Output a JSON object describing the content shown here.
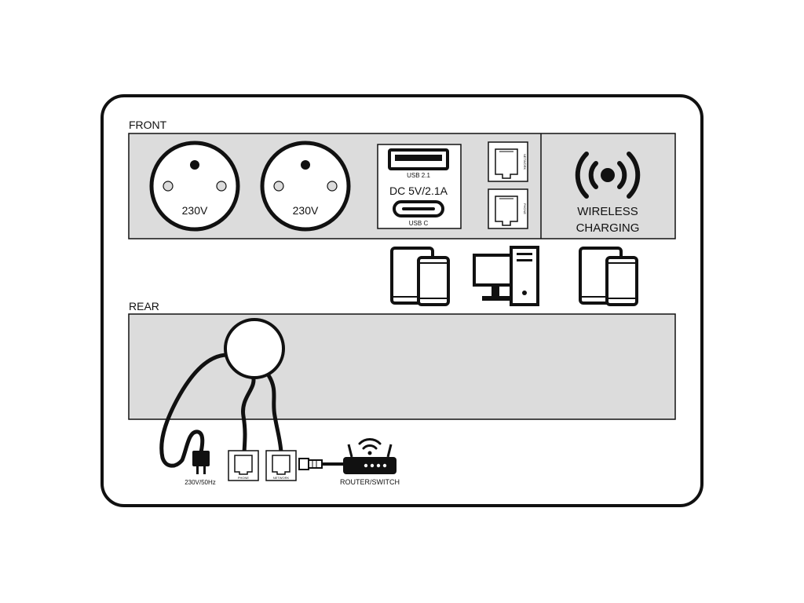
{
  "colors": {
    "outline": "#111111",
    "panel_fill": "#dcdcdc",
    "background": "#ffffff"
  },
  "front": {
    "section_label": "FRONT",
    "socket_1_label": "230V",
    "socket_2_label": "230V",
    "usb_a_label": "USB 2.1",
    "usb_rating": "DC 5V/2.1A",
    "usb_c_label": "USB C",
    "rj45_top_label": "NETWORK",
    "rj45_bottom_label": "PHONE",
    "wireless_line1": "WIRELESS",
    "wireless_line2": "CHARGING",
    "wireless_icon": "wireless-charging-icon"
  },
  "devices": {
    "icons": [
      "tablet-phone-icon",
      "desktop-computer-icon",
      "tablet-phone-icon"
    ]
  },
  "rear": {
    "section_label": "REAR",
    "power_plug_label": "230V/50Hz",
    "phone_jack_label": "PHONE",
    "network_jack_label": "NETWORK",
    "router_label": "ROUTER/SWITCH"
  }
}
